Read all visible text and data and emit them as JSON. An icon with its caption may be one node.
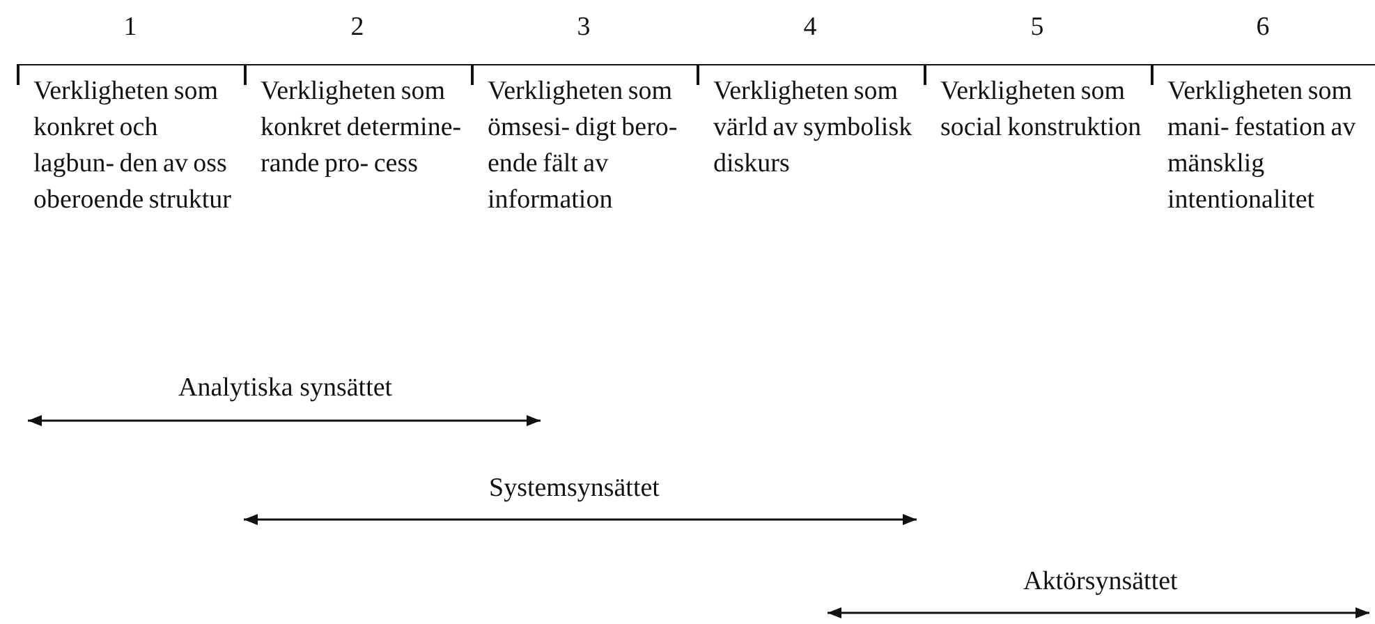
{
  "diagram": {
    "nodes": [
      {
        "text": [
          "1",
          "Verkligheten som konkret och lagbun- den av oss oberoende struktur"
        ]
      },
      {
        "text": [
          "2",
          "Verkligheten som konkret determine- rande pro- cess"
        ]
      },
      {
        "text": [
          "3",
          "Verkligheten som ömsesi- digt bero- ende fält av information"
        ]
      },
      {
        "text": [
          "4",
          "Verkligheten som värld av symbolisk diskurs"
        ]
      },
      {
        "text": [
          "5",
          "Verkligheten som social konstruktion"
        ]
      },
      {
        "text": [
          "6",
          "Verkligheten som mani- festation av mänsklig intentionalitet"
        ]
      }
    ],
    "labels": [
      "Analytiska synsättet",
      "Systemsynsättet",
      "Aktörsynsättet"
    ]
  }
}
